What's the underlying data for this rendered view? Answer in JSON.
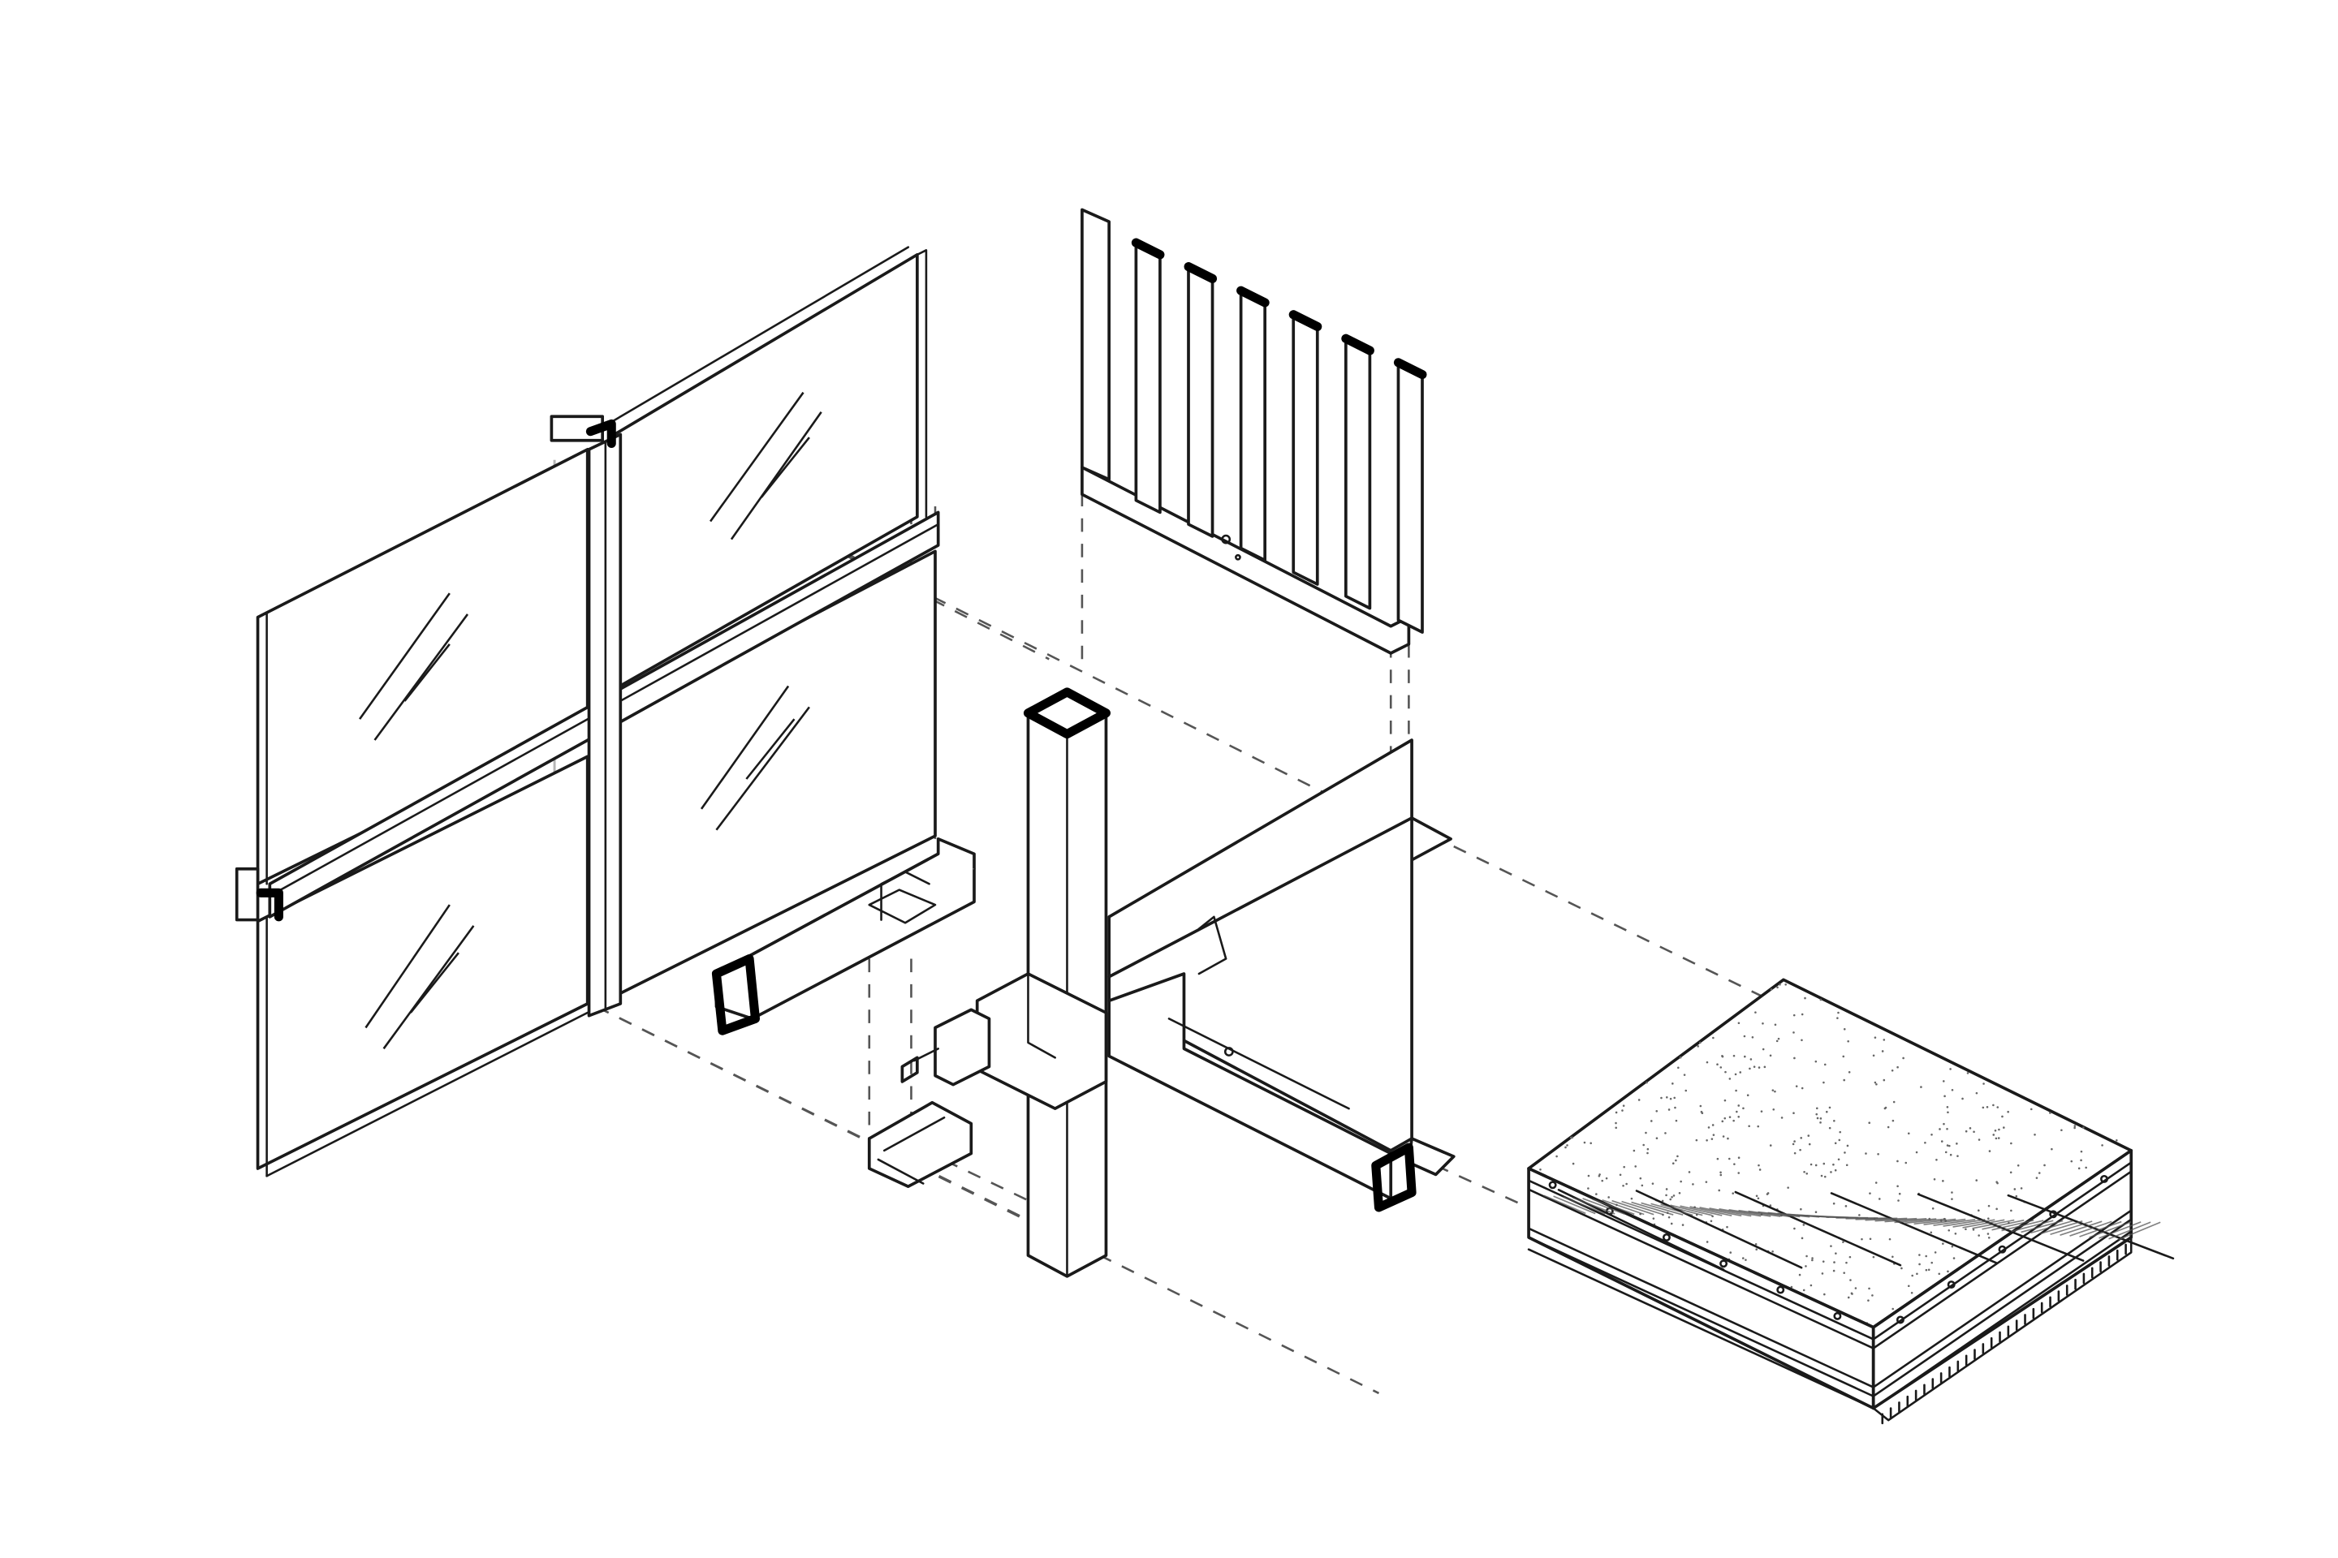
{
  "diagram": {
    "kind": "exploded-axonometric-construction-detail",
    "background": "#ffffff",
    "line_color": "#1a1a1a",
    "components": [
      {
        "id": "glass-curtain-wall",
        "icon": "glazing-panels"
      },
      {
        "id": "mullion",
        "icon": "vertical-profile"
      },
      {
        "id": "vertical-fins",
        "count": 6,
        "icon": "louver-fins"
      },
      {
        "id": "square-steel-column",
        "icon": "hollow-section"
      },
      {
        "id": "steel-beam",
        "icon": "hollow-section"
      },
      {
        "id": "cantilever-bracket",
        "icon": "hollow-section"
      },
      {
        "id": "u-channel-clip",
        "icon": "channel"
      },
      {
        "id": "threaded-connector",
        "icon": "bolt"
      },
      {
        "id": "floor-build-up",
        "layers": 5,
        "icon": "layered-slab"
      }
    ]
  }
}
